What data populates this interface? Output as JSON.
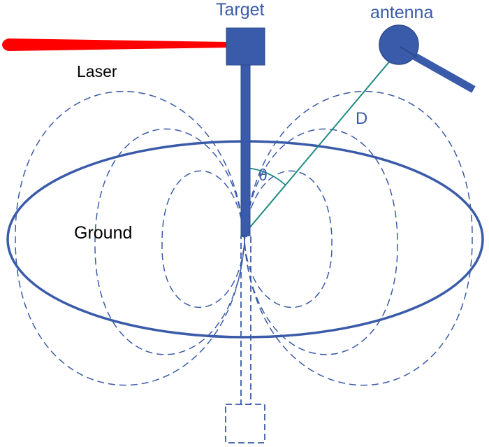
{
  "labels": {
    "target": "Target",
    "antenna": "antenna",
    "laser": "Laser",
    "ground": "Ground",
    "distance": "D",
    "angle": "θ"
  },
  "colors": {
    "primary_blue": "#3a5ba9",
    "laser_red": "#ff0000",
    "distance_line": "#1e8a82",
    "text": "#000000"
  },
  "icons": {
    "target": "square-target",
    "antenna": "dish-antenna",
    "laser": "laser-beam",
    "mirror_image": "dashed-mirror-target"
  }
}
